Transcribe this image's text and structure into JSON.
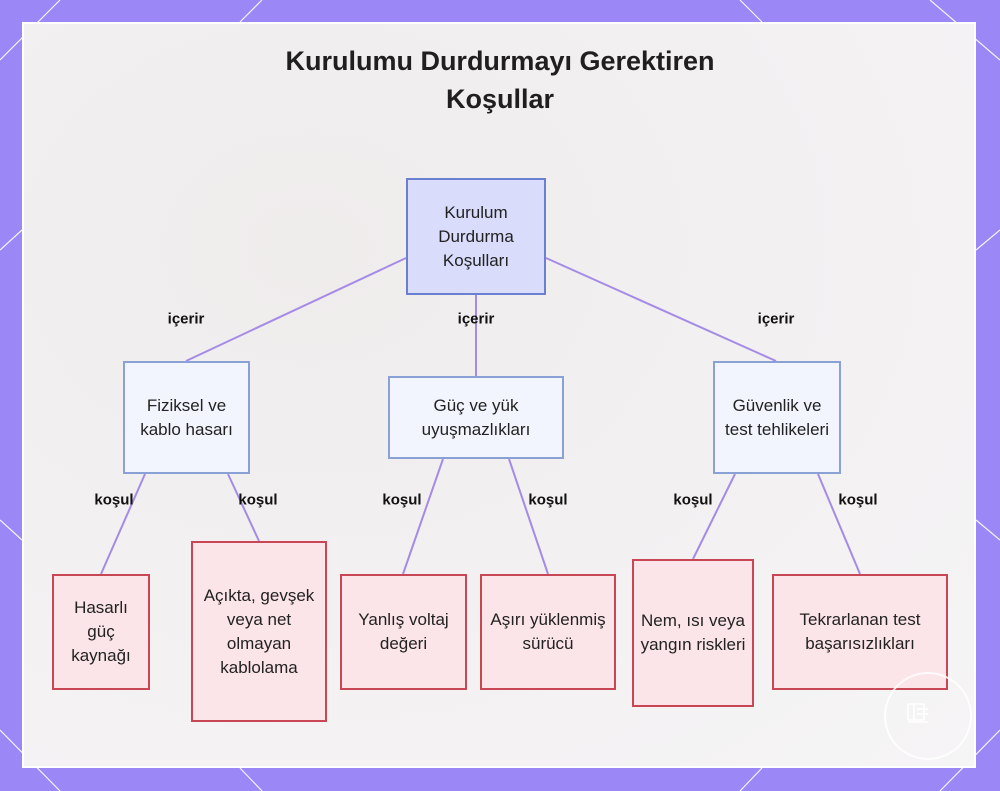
{
  "title": {
    "line1": "Kurulumu Durdurmayı Gerektiren",
    "line2": "Koşullar"
  },
  "nodes": {
    "root": "Kurulum Durdurma Koşulları",
    "physical": "Fiziksel ve kablo hasarı",
    "power": "Güç ve yük uyuşmazlıkları",
    "safety": "Güvenlik ve test tehlikeleri",
    "damaged_psu": "Hasarlı güç kaynağı",
    "loose_cabling": "Açıkta, gevşek veya net olmayan kablolama",
    "wrong_voltage": "Yanlış voltaj değeri",
    "overloaded_driver": "Aşırı yüklenmiş sürücü",
    "fire_risks": "Nem, ısı veya yangın riskleri",
    "repeated_failures": "Tekrarlanan test başarısızlıkları"
  },
  "edge_labels": {
    "contains": "içerir",
    "condition": "koşul"
  },
  "colors": {
    "frame": "#9b87f5",
    "root_fill": "#d9dcfb",
    "category_fill": "#f3f5fe",
    "leaf_fill": "#fbe5e8",
    "leaf_border": "#c94654",
    "edge": "#a58be6"
  },
  "icons": [
    "logo-icon"
  ]
}
